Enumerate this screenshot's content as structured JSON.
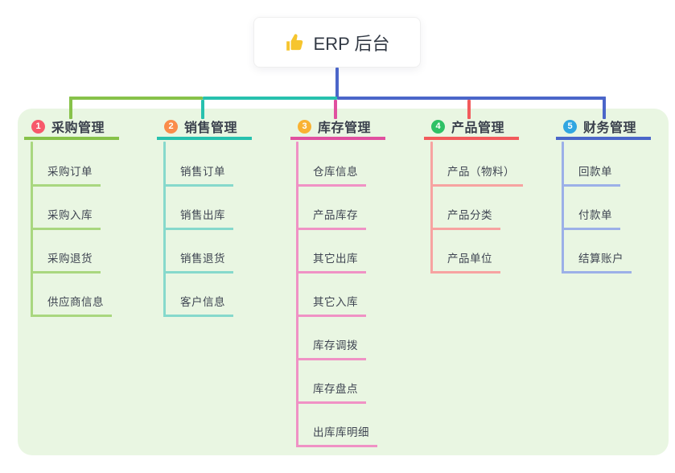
{
  "root": {
    "icon": "thumbs-up-icon",
    "label": "ERP 后台",
    "line_color": "#4b66c9"
  },
  "canvas": {
    "background": "#ffffff",
    "panel_background": "#e9f6e2"
  },
  "branches": [
    {
      "badge": "1",
      "label": "采购管理",
      "color": "#87c24a",
      "light": "#a9d77f",
      "badge_color": "#f7596b",
      "children": [
        "采购订单",
        "采购入库",
        "采购退货",
        "供应商信息"
      ]
    },
    {
      "badge": "2",
      "label": "销售管理",
      "color": "#27c1ae",
      "light": "#86d9cc",
      "badge_color": "#fa8c4a",
      "children": [
        "销售订单",
        "销售出库",
        "销售退货",
        "客户信息"
      ]
    },
    {
      "badge": "3",
      "label": "库存管理",
      "color": "#e0509f",
      "light": "#f092c5",
      "badge_color": "#f9b232",
      "children": [
        "仓库信息",
        "产品库存",
        "其它出库",
        "其它入库",
        "库存调拨",
        "库存盘点",
        "出库库明细"
      ]
    },
    {
      "badge": "4",
      "label": "产品管理",
      "color": "#f25b5c",
      "light": "#f7a3a1",
      "badge_color": "#2ec166",
      "children": [
        "产品（物料）",
        "产品分类",
        "产品单位"
      ]
    },
    {
      "badge": "5",
      "label": "财务管理",
      "color": "#4b66c9",
      "light": "#9cb0e8",
      "badge_color": "#31a6e1",
      "children": [
        "回款单",
        "付款单",
        "结算账户"
      ]
    }
  ]
}
